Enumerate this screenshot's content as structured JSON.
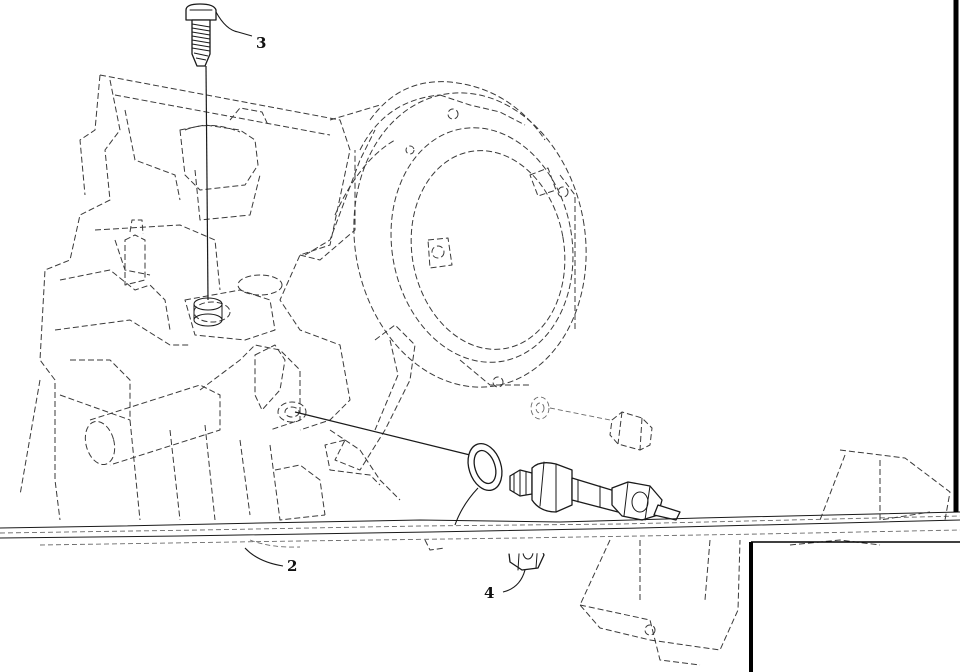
{
  "diagram": {
    "callouts": {
      "part2": "2",
      "part3": "3",
      "part4": "4"
    }
  },
  "colors": {
    "ink": "#1a1a1a",
    "paper": "#ffffff",
    "hidden_line": "#3a3a3a"
  }
}
